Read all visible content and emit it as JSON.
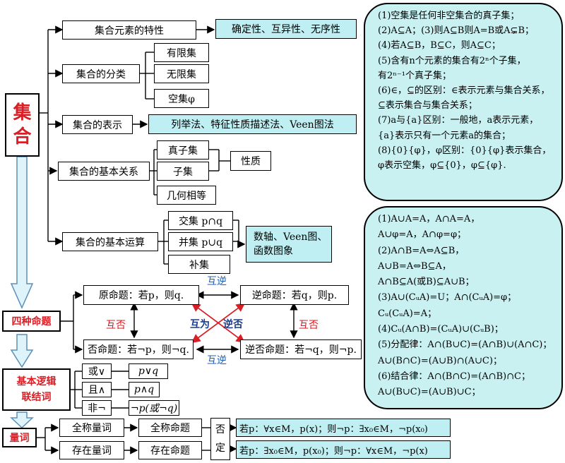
{
  "root": {
    "title_line1": "集",
    "title_line2": "合"
  },
  "set_branches": {
    "b1": "集合元素的特性",
    "b1_detail": "确定性、互异性、无序性",
    "b2": "集合的分类",
    "b2_children": [
      "有限集",
      "无限集",
      "空集φ"
    ],
    "b3": "集合的表示",
    "b3_detail": "列举法、特征性质描述法、Veen图法",
    "b4": "集合的基本关系",
    "b4_children": [
      "真子集",
      "子集",
      "几何相等"
    ],
    "b4_detail": "性质",
    "b5": "集合的基本运算",
    "b5_children": [
      "交集  p∩q",
      "并集  p∪q",
      "补集"
    ],
    "b5_detail_line1": "数轴、Veen图、",
    "b5_detail_line2": "函数图象"
  },
  "propositions": {
    "label": "四种命题",
    "original": "原命题：若p，则q.",
    "converse": "逆命题：若q，则p.",
    "inverse": "否命题：若¬p，则¬q.",
    "contrapositive": "逆否命题：若¬q，则¬p.",
    "mutual_converse_top": "互逆",
    "mutual_converse_bottom": "互逆",
    "mutual_negation_left": "互否",
    "mutual_negation_right": "互否",
    "cross_left": "互为",
    "cross_right": "逆否"
  },
  "logic": {
    "label_line1": "基本逻辑",
    "label_line2": "联结词",
    "items": [
      {
        "name": "或∨",
        "formula": "p∨q"
      },
      {
        "name": "且∧",
        "formula": "p∧q"
      },
      {
        "name": "非¬",
        "formula": "¬p(或¬q)"
      }
    ]
  },
  "quantifiers": {
    "label": "量词",
    "universal": "全称量词",
    "universal_prop": "全称命题",
    "existential": "存在量词",
    "existential_prop": "存在命题",
    "negate_line1": "否",
    "negate_line2": "定",
    "negation_1": "若p：∀x∈M，p(x)；则¬p：∃x₀∈M，¬p(x₀)",
    "negation_2": "若p：∃x₀∈M，p(x₀)；则¬p：∀x∈M，¬p(x)"
  },
  "panel_top": [
    "(1)空集是任何非空集合的真子集；",
    "(2)A⊆A；(3)则A⊆B则A=B或A⊊B；",
    "(4)若A⊆B，B⊆C，则A⊆C；",
    "(5)含有n个元素的集合有2ⁿ个子集，",
    "有2ⁿ⁻¹个真子集；",
    "(6)∈，⊆的区别：∈表示元素与集合关系，",
    "⊆表示集合与集合关系；",
    "(7)a与{a}区别：一般地，a表示元素，",
    "{a}表示只有一个元素a的集合；",
    "(8){0}{φ}，φ区别：{0}{φ}表示集合，",
    "φ表示空集，φ⊆{0}，φ⊆{φ}."
  ],
  "panel_bottom": [
    "(1)A∪A=A，A∩A=A，",
    "A∪φ=A，A∩φ=φ；",
    "(2)A∩B=A⇔A⊆B，",
    "A∪B=A⇔B⊆A，",
    "A∩B⊆A(或B)⊆A∪B；",
    "(3)A∪(CᵤA)=U；A∩(CᵤA)=φ；",
    "Cᵤ(CᵤA)=A；",
    "(4)Cᵤ(A∩B)=(CᵤA)∪(CᵤB)；",
    "(5)分配律：A∩(B∪C)=(A∩B)∪(A∩C)；",
    "A∪(B∩C)=(A∪B)∩(A∪C)；",
    "(6)结合律：A∩(B∩C)=(A∩B)∩C；",
    "A∪(B∪C)=(A∪B)∪C；"
  ]
}
